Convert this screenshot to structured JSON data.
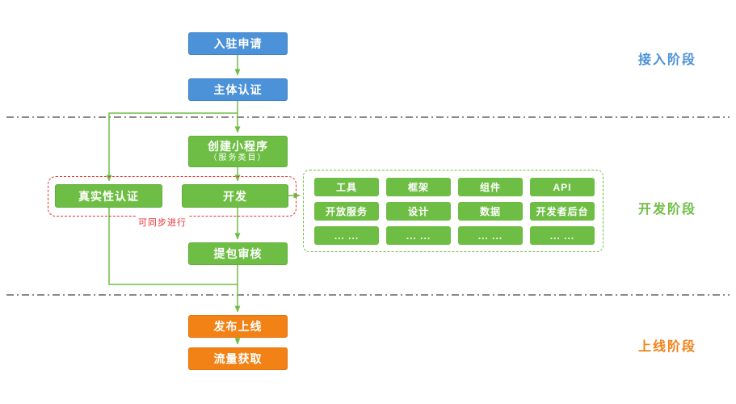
{
  "phases": {
    "access": {
      "label": "接入阶段",
      "color": "#4b92d8"
    },
    "develop": {
      "label": "开发阶段",
      "color": "#6ebe45"
    },
    "online": {
      "label": "上线阶段",
      "color": "#f28116"
    }
  },
  "nodes": {
    "apply": {
      "label": "入驻申请"
    },
    "subject_auth": {
      "label": "主体认证"
    },
    "create": {
      "label": "创建小程序",
      "sublabel": "（服务类目）"
    },
    "real_auth": {
      "label": "真实性认证"
    },
    "develop": {
      "label": "开发"
    },
    "package_review": {
      "label": "提包审核"
    },
    "release": {
      "label": "发布上线"
    },
    "traffic": {
      "label": "流量获取"
    }
  },
  "annotations": {
    "sync_note": "可同步进行"
  },
  "capabilities": {
    "rows": [
      [
        "工具",
        "框架",
        "组件",
        "API"
      ],
      [
        "开放服务",
        "设计",
        "数据",
        "开发者后台"
      ],
      [
        "... ...",
        "... ...",
        "... ...",
        "... ..."
      ]
    ]
  },
  "colors": {
    "node_blue": "#4b92d8",
    "node_green": "#6ebe45",
    "node_orange": "#f28116",
    "dashed_red": "#e8312f",
    "divider": "#444444"
  }
}
